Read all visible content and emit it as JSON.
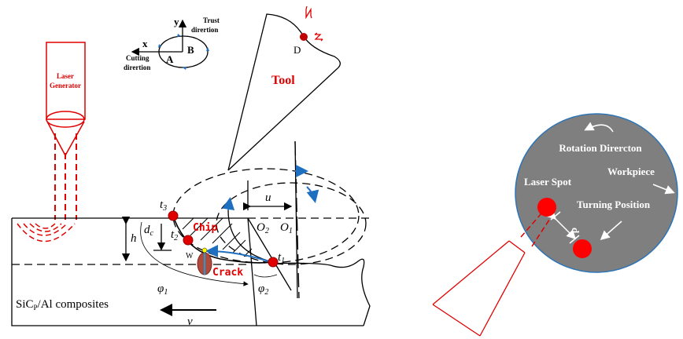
{
  "colors": {
    "red": "#e00000",
    "blue": "#1f6fc0",
    "workpiece": "#7f7f7f",
    "outline": "#2e75b6",
    "crack": "#b04a3a"
  },
  "laser": {
    "line1": "Laser",
    "line2": "Generator"
  },
  "axes": {
    "y": "y",
    "x": "x",
    "thrust1": "Trust",
    "thrust2": "dirertion",
    "cut1": "Cutting",
    "cut2": "dirertion",
    "a": "A",
    "b": "B"
  },
  "tool": {
    "label": "Tool",
    "point": "D"
  },
  "labels": {
    "t3": "t",
    "t3sub": "3",
    "t2": "t",
    "t2sub": "2",
    "t1": "t",
    "t1sub": "1",
    "chip": "Chip",
    "w": "W",
    "crack": "Crack",
    "o2": "O",
    "o2sub": "2",
    "o1": "O",
    "o1sub": "1",
    "u": "u",
    "h": "h",
    "dc": "d",
    "dcsub": "c",
    "phi1": "φ",
    "phi1sub": "1",
    "phi2": "φ",
    "phi2sub": "2",
    "v": "v",
    "material": "SiC",
    "materialsub": "P",
    "material2": "/Al composites"
  },
  "right": {
    "rotation": "Rotation Dirercton",
    "workpiece": "Workpiece",
    "laser_spot": "Laser Spot",
    "turning": "Turning Position",
    "d": "d"
  }
}
